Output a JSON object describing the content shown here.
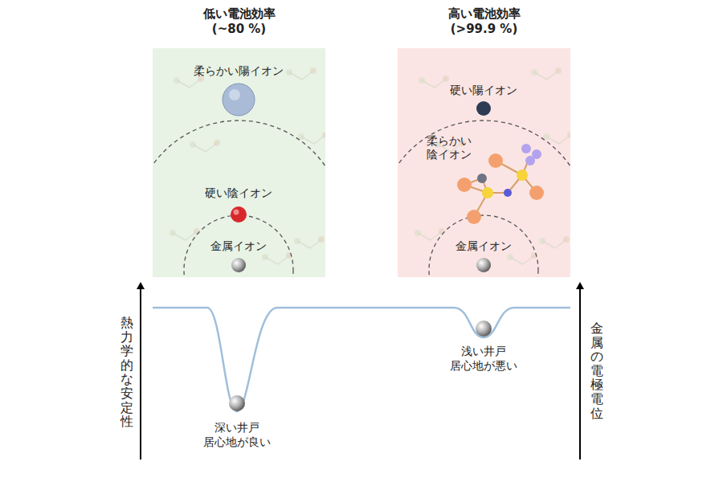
{
  "diagram": {
    "nodes": [
      {
        "text": [
          "低い電池効率 (~80 %)"
        ]
      },
      {
        "text": [
          "柔らかい陽イオン"
        ],
        "in": 0
      },
      {
        "text": [
          "硬い陰イオン"
        ],
        "in": 0
      },
      {
        "text": [
          "金属イオン"
        ],
        "in": 0
      },
      {
        "text": [
          "高い電池効率 (>99.9 %)"
        ]
      },
      {
        "text": [
          "硬い陽イオン"
        ],
        "in": 4
      },
      {
        "text": [
          "柔らかい 陰イオン"
        ],
        "in": 4
      },
      {
        "text": [
          "金属イオン"
        ],
        "in": 4
      }
    ],
    "labels": [
      "深い井戸 居心地が良い",
      "浅い井戸 居心地が悪い",
      "熱力学的な安定性",
      "金属の電極電位"
    ]
  }
}
